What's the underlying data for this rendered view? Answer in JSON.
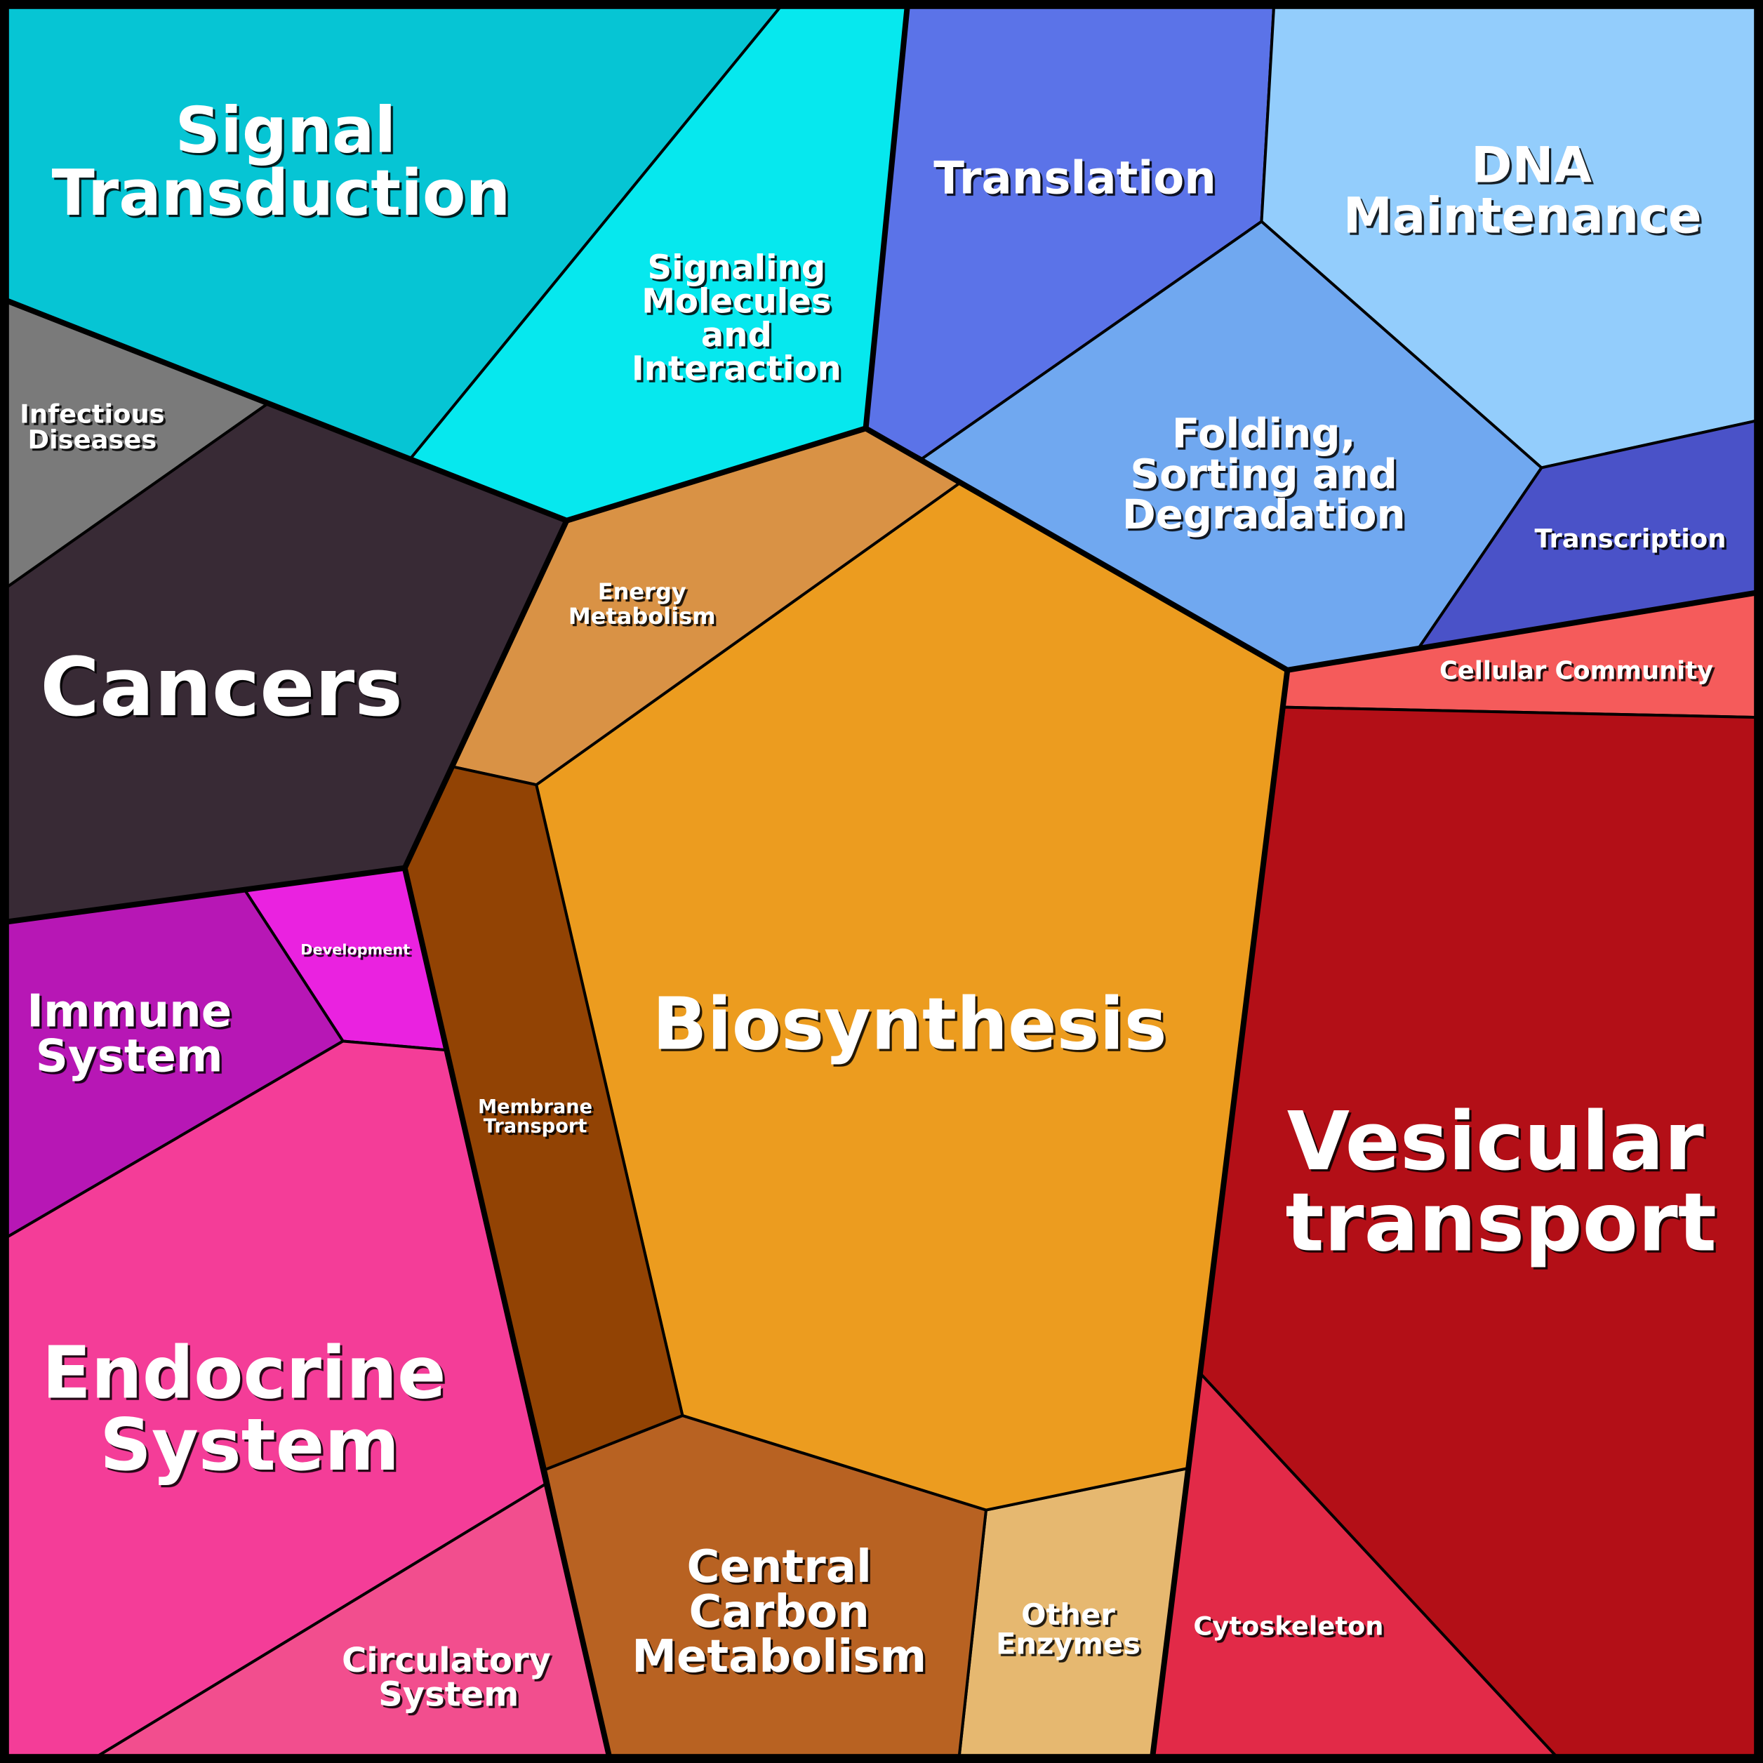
{
  "cells": [
    {
      "id": "signal-transduction",
      "lines": [
        "Signal",
        "Transduction"
      ],
      "color": "#06c5d4"
    },
    {
      "id": "signaling-molecules",
      "lines": [
        "Signaling",
        "Molecules",
        "and",
        "Interaction"
      ],
      "color": "#06e8ee"
    },
    {
      "id": "translation",
      "lines": [
        "Translation"
      ],
      "color": "#5b73e8"
    },
    {
      "id": "dna-maintenance",
      "lines": [
        "DNA",
        "Maintenance"
      ],
      "color": "#93cdfc"
    },
    {
      "id": "folding",
      "lines": [
        "Folding,",
        "Sorting and",
        "Degradation"
      ],
      "color": "#70a8f0"
    },
    {
      "id": "transcription",
      "lines": [
        "Transcription"
      ],
      "color": "#4a52c8"
    },
    {
      "id": "cellular-community",
      "lines": [
        "Cellular Community"
      ],
      "color": "#f55b5b"
    },
    {
      "id": "vesicular-transport",
      "lines": [
        "Vesicular",
        "transport"
      ],
      "color": "#b30f17"
    },
    {
      "id": "cytoskeleton",
      "lines": [
        "Cytoskeleton"
      ],
      "color": "#e22a48"
    },
    {
      "id": "other-enzymes",
      "lines": [
        "Other",
        "Enzymes"
      ],
      "color": "#e6b870"
    },
    {
      "id": "central-carbon",
      "lines": [
        "Central",
        "Carbon",
        "Metabolism"
      ],
      "color": "#b86222"
    },
    {
      "id": "biosynthesis",
      "lines": [
        "Biosynthesis"
      ],
      "color": "#ec9c1f"
    },
    {
      "id": "energy-metabolism",
      "lines": [
        "Energy",
        "Metabolism"
      ],
      "color": "#d99245"
    },
    {
      "id": "membrane-transport",
      "lines": [
        "Membrane",
        "Transport"
      ],
      "color": "#924304"
    },
    {
      "id": "cancers",
      "lines": [
        "Cancers"
      ],
      "color": "#382a35"
    },
    {
      "id": "infectious-diseases",
      "lines": [
        "Infectious",
        "Diseases"
      ],
      "color": "#7a7a7a"
    },
    {
      "id": "development",
      "lines": [
        "Development"
      ],
      "color": "#ea22e0"
    },
    {
      "id": "immune-system",
      "lines": [
        "Immune",
        "System"
      ],
      "color": "#b717b5"
    },
    {
      "id": "endocrine-system",
      "lines": [
        "Endocrine",
        "System"
      ],
      "color": "#f43d98"
    },
    {
      "id": "circulatory-system",
      "lines": [
        "Circulatory",
        "System"
      ],
      "color": "#f24e8e"
    }
  ]
}
